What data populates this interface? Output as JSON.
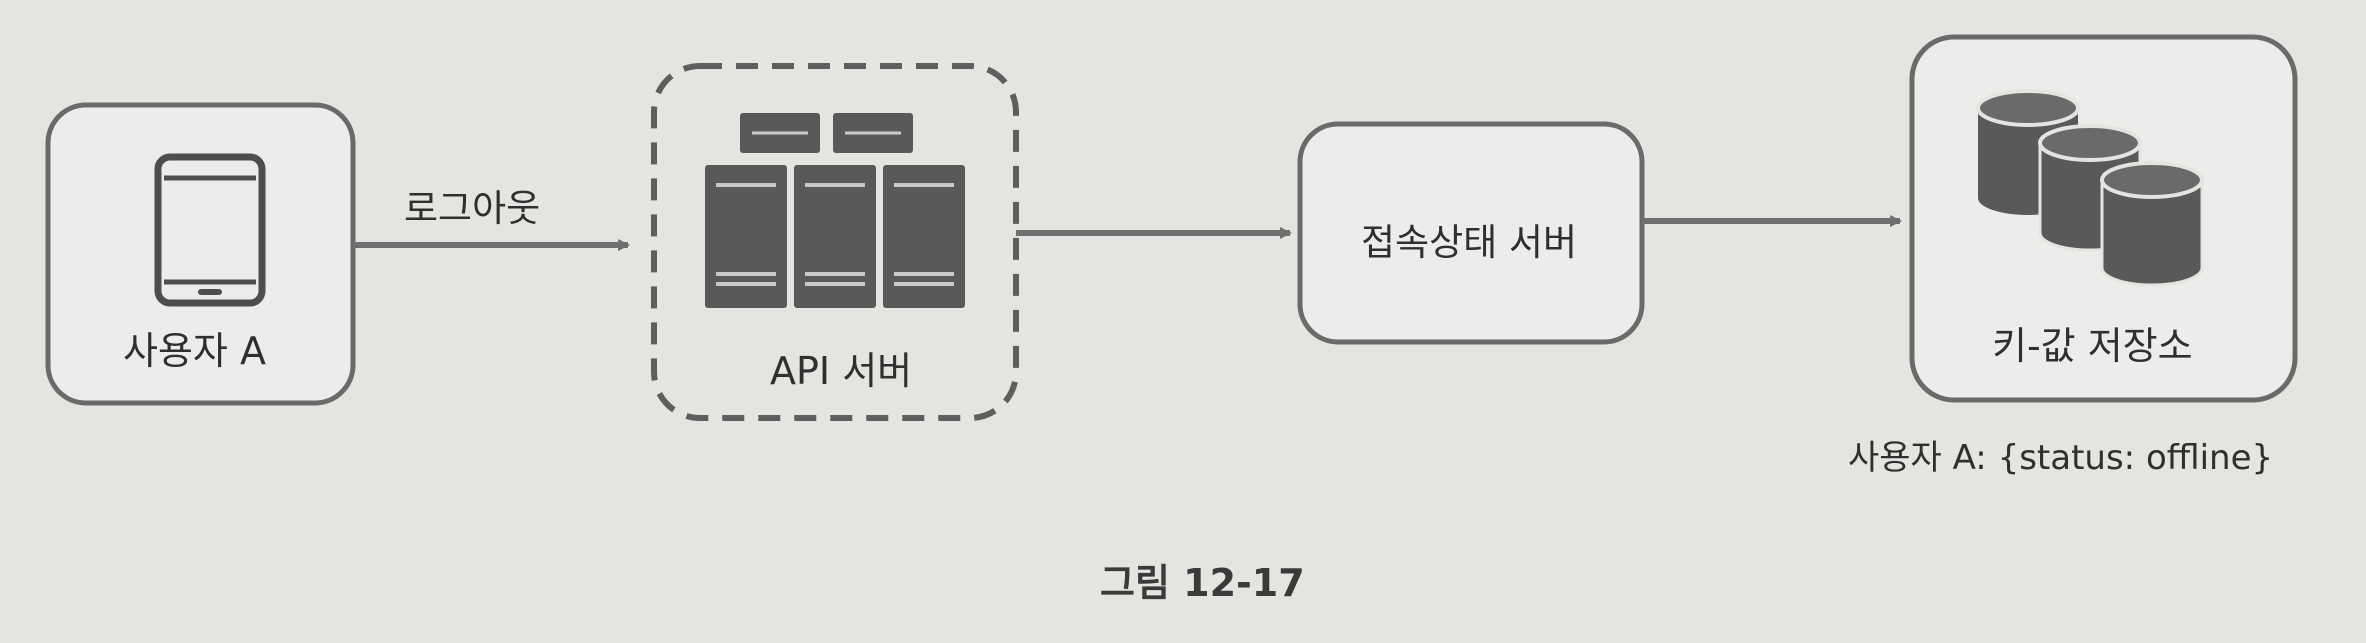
{
  "diagram": {
    "nodes": {
      "user": {
        "label": "사용자 A",
        "icon": "tablet-icon"
      },
      "api": {
        "label": "API 서버",
        "icon": "server-rack-icon"
      },
      "presence": {
        "label": "접속상태 서버"
      },
      "kv": {
        "label": "키-값 저장소",
        "icon": "database-icon",
        "caption": "사용자 A: {status: offline}"
      }
    },
    "edges": [
      {
        "from": "user",
        "to": "api",
        "label": "로그아웃"
      },
      {
        "from": "api",
        "to": "presence",
        "label": ""
      },
      {
        "from": "presence",
        "to": "kv",
        "label": ""
      }
    ],
    "figure_caption": "그림 12-17"
  },
  "colors": {
    "background": "#e4e4e1",
    "box_stroke": "#6a6a6a",
    "box_fill": "#ececea",
    "icon_fill": "#595959",
    "arrow": "#6f6f6f",
    "text": "#2f2f2f"
  }
}
